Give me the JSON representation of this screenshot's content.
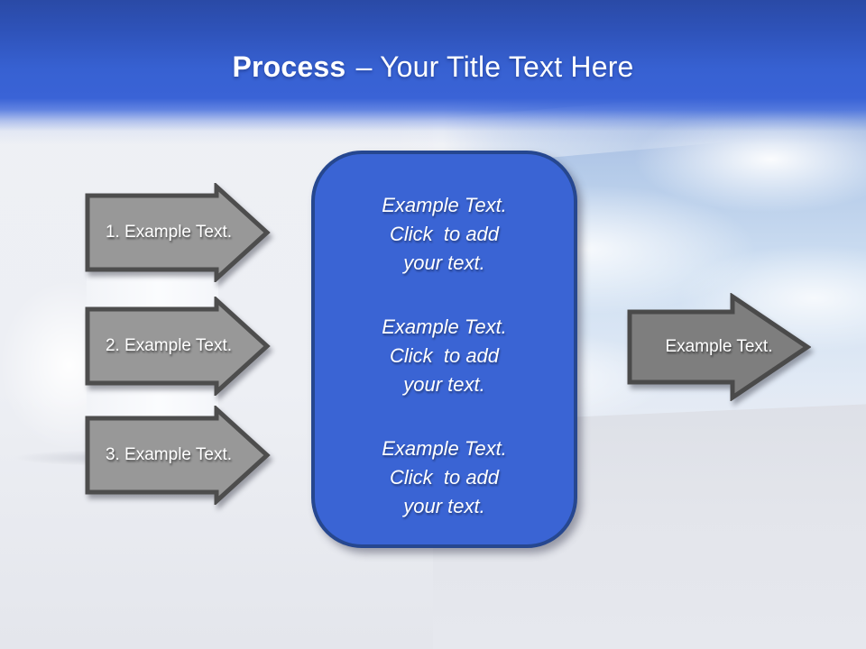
{
  "slide": {
    "title": {
      "bold": "Process",
      "rest": "– Your Title Text Here"
    },
    "left_arrows": [
      {
        "label": "1. Example Text."
      },
      {
        "label": "2. Example Text."
      },
      {
        "label": "3. Example Text."
      }
    ],
    "center_box": {
      "blocks": [
        "Example Text.\nClick  to add\nyour text.",
        "Example Text.\nClick  to add\nyour text.",
        "Example Text.\nClick  to add\nyour text."
      ]
    },
    "right_arrow": {
      "label": "Example Text."
    },
    "colors": {
      "header_blue_top": "#2a4aa6",
      "header_blue": "#3a63d6",
      "box_fill": "#3a64d4",
      "box_border": "#26478f",
      "left_arrow_fill": "#989898",
      "right_arrow_fill": "#7e7e7e",
      "arrow_border": "#4d4d4d",
      "text_white": "#ffffff"
    }
  }
}
